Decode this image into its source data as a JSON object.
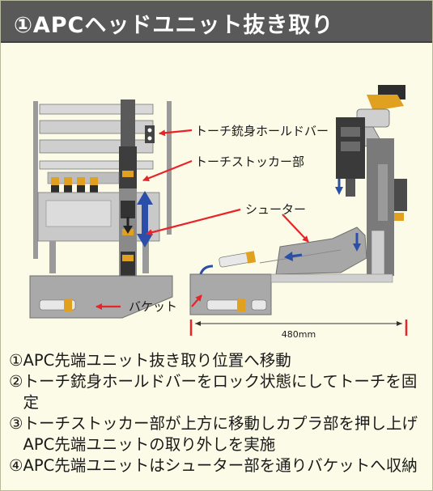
{
  "header": {
    "title": "①APCヘッドユニット抜き取り"
  },
  "labels": {
    "torch_holder": "トーチ銃身ホールドバー",
    "torch_stocker": "トーチストッカー部",
    "chute": "シューター",
    "bucket": "バケット",
    "distance": "480mm"
  },
  "colors": {
    "header_bg": "#595959",
    "panel_bg": "#fbfbe7",
    "arrow_red": "#e8232a",
    "arrow_blue": "#2b4fa8"
  },
  "notes": [
    {
      "num": "①",
      "text": "APC先端ユニット抜き取り位置へ移動"
    },
    {
      "num": "②",
      "text": "トーチ銃身ホールドバーをロック状態にしてトーチを固定"
    },
    {
      "num": "③",
      "text": "トーチストッカー部が上方に移動しカプラ部を押し上げAPC先端ユニットの取り外しを実施"
    },
    {
      "num": "④",
      "text": "APC先端ユニットはシューター部を通りバケットへ収納"
    }
  ]
}
